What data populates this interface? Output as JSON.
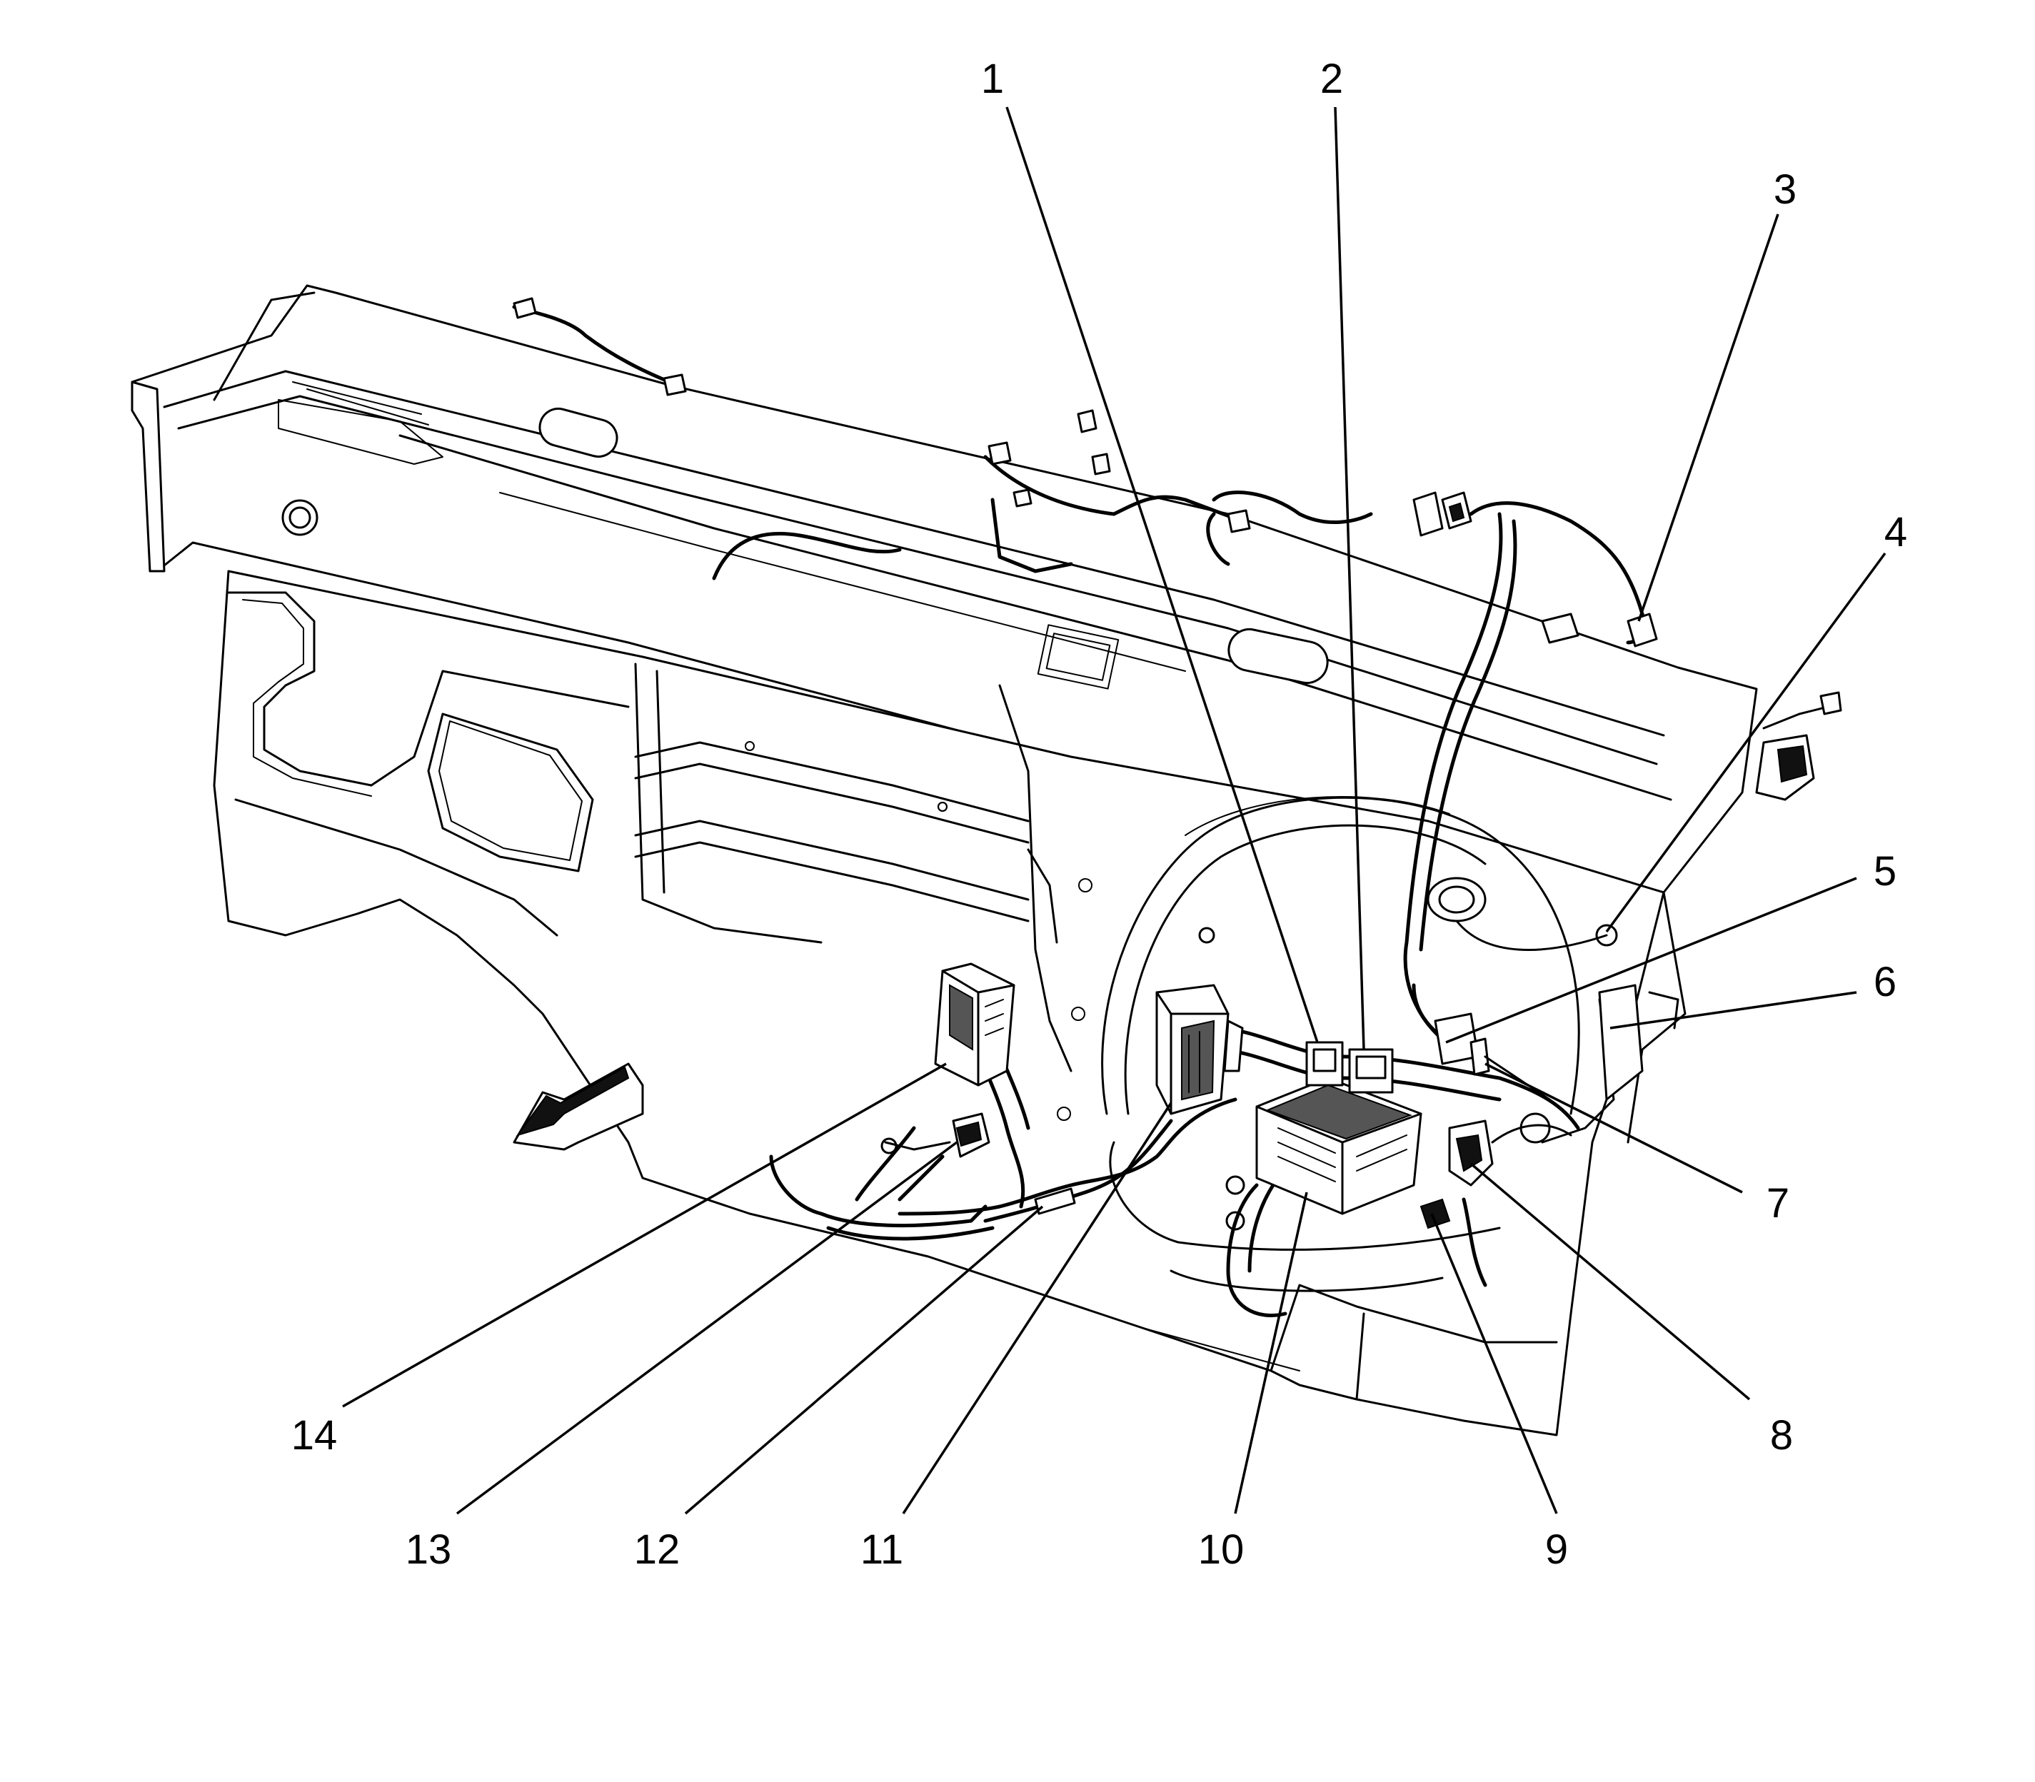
{
  "callouts": [
    {
      "id": "1",
      "label": "1"
    },
    {
      "id": "2",
      "label": "2"
    },
    {
      "id": "3",
      "label": "3"
    },
    {
      "id": "4",
      "label": "4"
    },
    {
      "id": "5",
      "label": "5"
    },
    {
      "id": "6",
      "label": "6"
    },
    {
      "id": "7",
      "label": "7"
    },
    {
      "id": "8",
      "label": "8"
    },
    {
      "id": "9",
      "label": "9"
    },
    {
      "id": "10",
      "label": "10"
    },
    {
      "id": "11",
      "label": "11"
    },
    {
      "id": "12",
      "label": "12"
    },
    {
      "id": "13",
      "label": "13"
    },
    {
      "id": "14",
      "label": "14"
    }
  ],
  "colors": {
    "line": "#000000",
    "background": "#ffffff"
  }
}
